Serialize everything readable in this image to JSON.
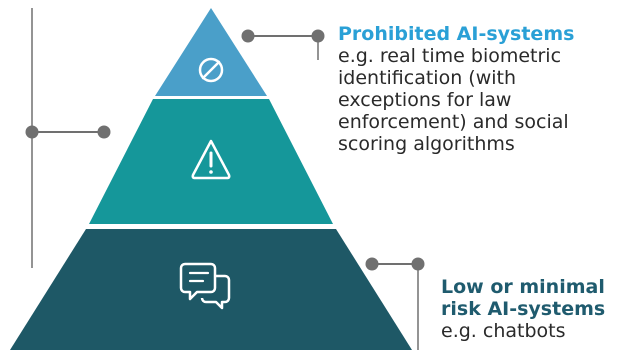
{
  "colors": {
    "tier_top": "#4a9fc9",
    "tier_middle": "#15979a",
    "tier_bottom": "#1e5866",
    "connector": "#707070",
    "title_top": "#2aa0d6",
    "title_bottom": "#1f5b6e"
  },
  "tiers": [
    {
      "level": "top",
      "icon": "prohibited-icon"
    },
    {
      "level": "middle",
      "icon": "warning-icon"
    },
    {
      "level": "bottom",
      "icon": "chat-icon"
    }
  ],
  "labels": {
    "top": {
      "title": "Prohibited AI-systems",
      "lines": [
        "e.g. real time biometric",
        "identification (with",
        "exceptions for law",
        "enforcement) and social",
        "scoring algorithms"
      ]
    },
    "bottom": {
      "title_lines": [
        "Low or minimal",
        "risk AI-systems"
      ],
      "lines": [
        "e.g. chatbots"
      ]
    }
  }
}
